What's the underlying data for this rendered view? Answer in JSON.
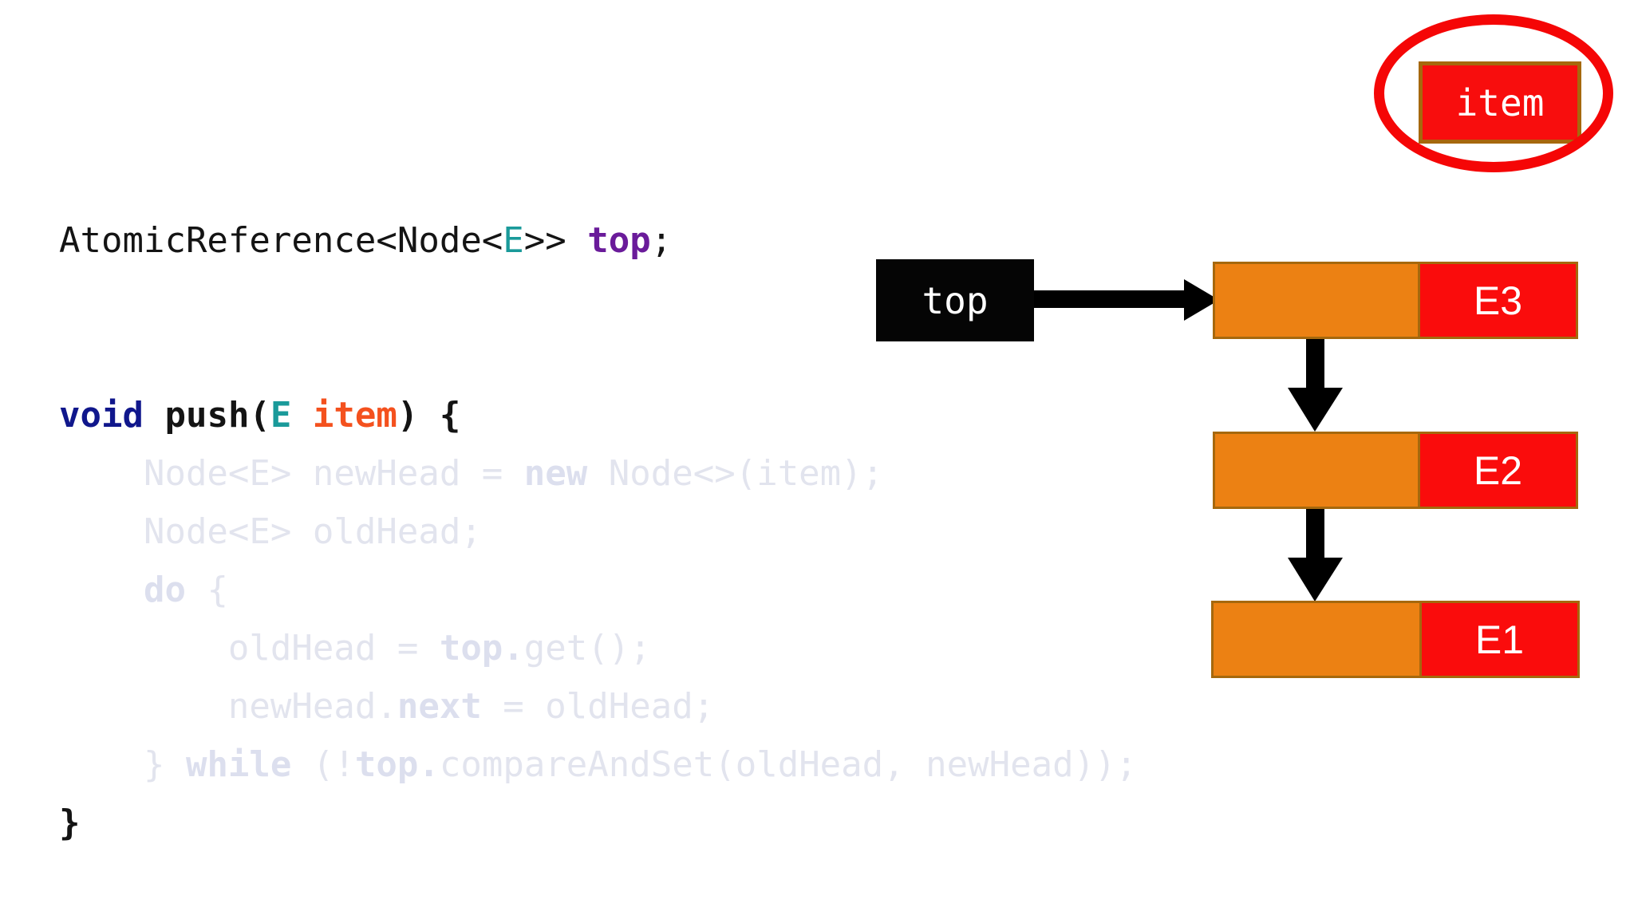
{
  "slide": {
    "background_color": "#ffffff",
    "title": "AtomicReference push diagram"
  },
  "code": {
    "language": "java",
    "lines": [
      {
        "id": "line-declaration",
        "text": "AtomicReference<Node<E>> top;",
        "dimmed": false,
        "tokens": [
          {
            "t": "AtomicReference<Node<",
            "cls": "tok-plain"
          },
          {
            "t": "E",
            "cls": "tok-type"
          },
          {
            "t": ">> ",
            "cls": "tok-plain"
          },
          {
            "t": "top",
            "cls": "tok-var"
          },
          {
            "t": ";",
            "cls": "tok-plain"
          }
        ]
      },
      {
        "id": "line-blank-1",
        "text": " ",
        "dimmed": false,
        "tokens": [
          {
            "t": " ",
            "cls": "tok-plain"
          }
        ]
      },
      {
        "id": "line-blank-2",
        "text": " ",
        "dimmed": false,
        "tokens": [
          {
            "t": " ",
            "cls": "tok-plain"
          }
        ]
      },
      {
        "id": "line-push-signature",
        "text": "void push(E item) {",
        "dimmed": false,
        "tokens": [
          {
            "t": "void",
            "cls": "tok-keyword"
          },
          {
            "t": " ",
            "cls": "tok-plain"
          },
          {
            "t": "push(",
            "cls": "tok-plain-b"
          },
          {
            "t": "E",
            "cls": "tok-type-b"
          },
          {
            "t": " ",
            "cls": "tok-plain-b"
          },
          {
            "t": "item",
            "cls": "tok-param"
          },
          {
            "t": ") {",
            "cls": "tok-plain-b"
          }
        ]
      },
      {
        "id": "line-newhead",
        "text": "    Node<E> newHead = new Node<>(item);",
        "dimmed": true,
        "tokens": [
          {
            "t": "    Node<E> newHead = ",
            "cls": "dim"
          },
          {
            "t": "new",
            "cls": "dim-b"
          },
          {
            "t": " Node<>(item);",
            "cls": "dim"
          }
        ]
      },
      {
        "id": "line-oldhead-decl",
        "text": "    Node<E> oldHead;",
        "dimmed": true,
        "tokens": [
          {
            "t": "    Node<E> oldHead;",
            "cls": "dim"
          }
        ]
      },
      {
        "id": "line-do",
        "text": "    do {",
        "dimmed": true,
        "tokens": [
          {
            "t": "    ",
            "cls": "dim"
          },
          {
            "t": "do",
            "cls": "dim-b"
          },
          {
            "t": " {",
            "cls": "dim"
          }
        ]
      },
      {
        "id": "line-oldhead-get",
        "text": "        oldHead = top.get();",
        "dimmed": true,
        "tokens": [
          {
            "t": "        oldHead = ",
            "cls": "dim"
          },
          {
            "t": "top.",
            "cls": "dim-b"
          },
          {
            "t": "get();",
            "cls": "dim"
          }
        ]
      },
      {
        "id": "line-newhead-next",
        "text": "        newHead.next = oldHead;",
        "dimmed": true,
        "tokens": [
          {
            "t": "        newHead.",
            "cls": "dim"
          },
          {
            "t": "next",
            "cls": "dim-b"
          },
          {
            "t": " = oldHead;",
            "cls": "dim"
          }
        ]
      },
      {
        "id": "line-while-cas",
        "text": "    } while (!top.compareAndSet(oldHead, newHead));",
        "dimmed": true,
        "tokens": [
          {
            "t": "    } ",
            "cls": "dim"
          },
          {
            "t": "while",
            "cls": "dim-b"
          },
          {
            "t": " (!",
            "cls": "dim"
          },
          {
            "t": "top.",
            "cls": "dim-b"
          },
          {
            "t": "compareAndSet(oldHead, newHead));",
            "cls": "dim"
          }
        ]
      },
      {
        "id": "line-close-brace",
        "text": "}",
        "dimmed": false,
        "tokens": [
          {
            "t": "}",
            "cls": "tok-plain-b"
          }
        ]
      }
    ]
  },
  "diagram": {
    "top_pointer": {
      "label": "top",
      "fill_color": "#050505",
      "text_color": "#ffffff"
    },
    "nodes": [
      {
        "id": "node-e3",
        "value_label": "E3",
        "next_color": "#ec8113",
        "value_color": "#fa0c0c",
        "border_color": "#a6680d"
      },
      {
        "id": "node-e2",
        "value_label": "E2",
        "next_color": "#ec8113",
        "value_color": "#fa0c0c",
        "border_color": "#a6680d"
      },
      {
        "id": "node-e1",
        "value_label": "E1",
        "next_color": "#ec8113",
        "value_color": "#fa0c0c",
        "border_color": "#a6680d"
      }
    ],
    "highlight": {
      "label": "item",
      "box_fill_color": "#f80d0d",
      "box_border_color": "#a6680d",
      "text_color": "#ffffff",
      "ellipse_color": "#f50606"
    },
    "arrows": [
      {
        "id": "arrow-top-to-e3",
        "from": "top-box",
        "to": "node-e3",
        "direction": "right",
        "color": "#000000"
      },
      {
        "id": "arrow-e3-to-e2",
        "from": "node-e3",
        "to": "node-e2",
        "direction": "down",
        "color": "#000000"
      },
      {
        "id": "arrow-e2-to-e1",
        "from": "node-e2",
        "to": "node-e1",
        "direction": "down",
        "color": "#000000"
      }
    ]
  }
}
